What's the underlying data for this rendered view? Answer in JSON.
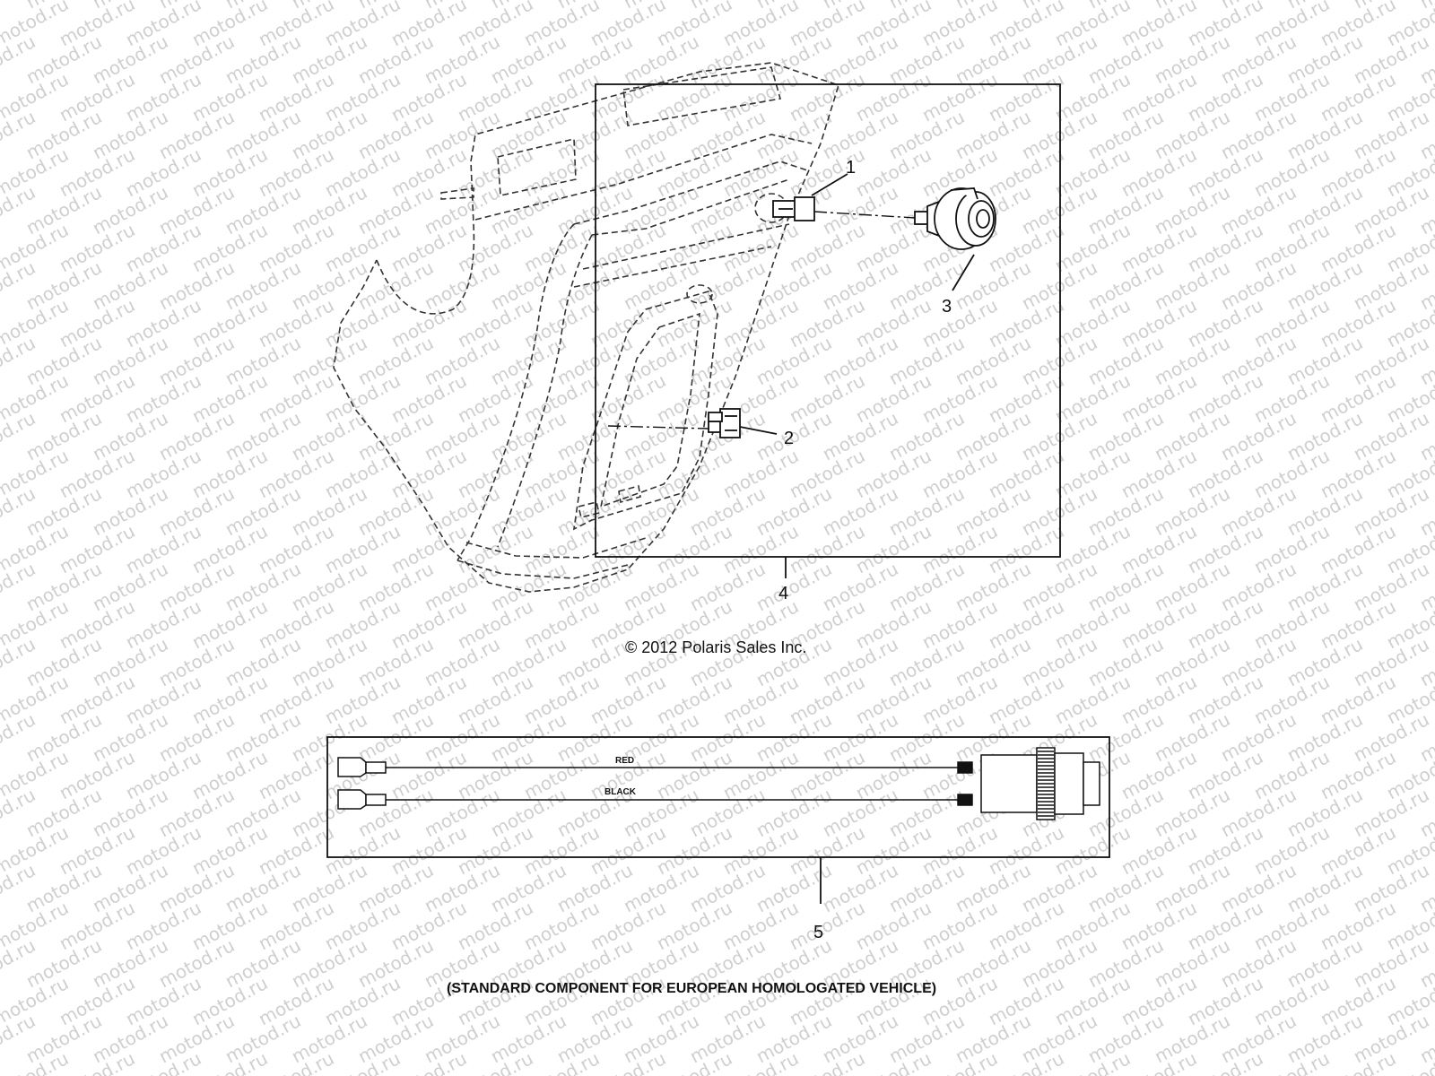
{
  "diagram": {
    "callouts": [
      "1",
      "2",
      "3",
      "4",
      "5"
    ],
    "copyright": "© 2012 Polaris Sales Inc.",
    "wires": {
      "red_label": "RED",
      "black_label": "BLACK"
    },
    "caption": "(STANDARD COMPONENT FOR EUROPEAN HOMOLOGATED VEHICLE)",
    "watermark": "motod.ru"
  },
  "colors": {
    "line": "#111111",
    "watermark": "#cfcfcf",
    "background": "#ffffff"
  }
}
